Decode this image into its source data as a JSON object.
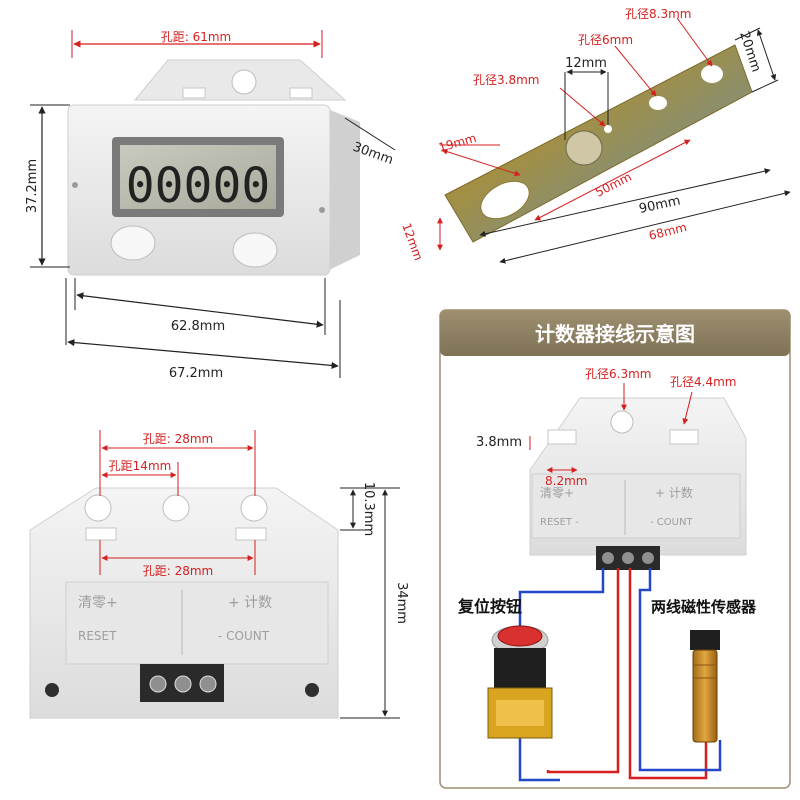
{
  "top_left": {
    "hole_spacing": "孔距: 61mm",
    "depth": "30mm",
    "height": "37.2mm",
    "inner_width": "62.8mm",
    "outer_width": "67.2mm",
    "display_digits": "00000"
  },
  "bracket": {
    "hole_8_3": "孔径8.3mm",
    "hole_6": "孔径6mm",
    "hole_3_8": "孔径3.8mm",
    "w12": "12mm",
    "w20": "20mm",
    "w19": "19mm",
    "w50": "50mm",
    "w90": "90mm",
    "w68": "68mm",
    "h12": "12mm"
  },
  "wiring": {
    "title": "计数器接线示意图",
    "hole_6_3": "孔径6.3mm",
    "hole_4_4": "孔径4.4mm",
    "h3_8": "3.8mm",
    "w8_2": "8.2mm",
    "label_reset_cn": "清零+",
    "label_count_cn": "+ 计数",
    "label_reset": "RESET -",
    "label_count": "- COUNT",
    "button_name": "复位按钮",
    "sensor_name": "两线磁性传感器"
  },
  "bottom_left": {
    "hole_28_top": "孔距: 28mm",
    "hole_14": "孔距14mm",
    "hole_28_bottom": "孔距: 28mm",
    "h10_3": "10.3mm",
    "h34": "34mm",
    "label_reset_cn": "清零+",
    "label_count_cn": "+ 计数",
    "label_reset": "RESET",
    "label_count": "- COUNT"
  }
}
